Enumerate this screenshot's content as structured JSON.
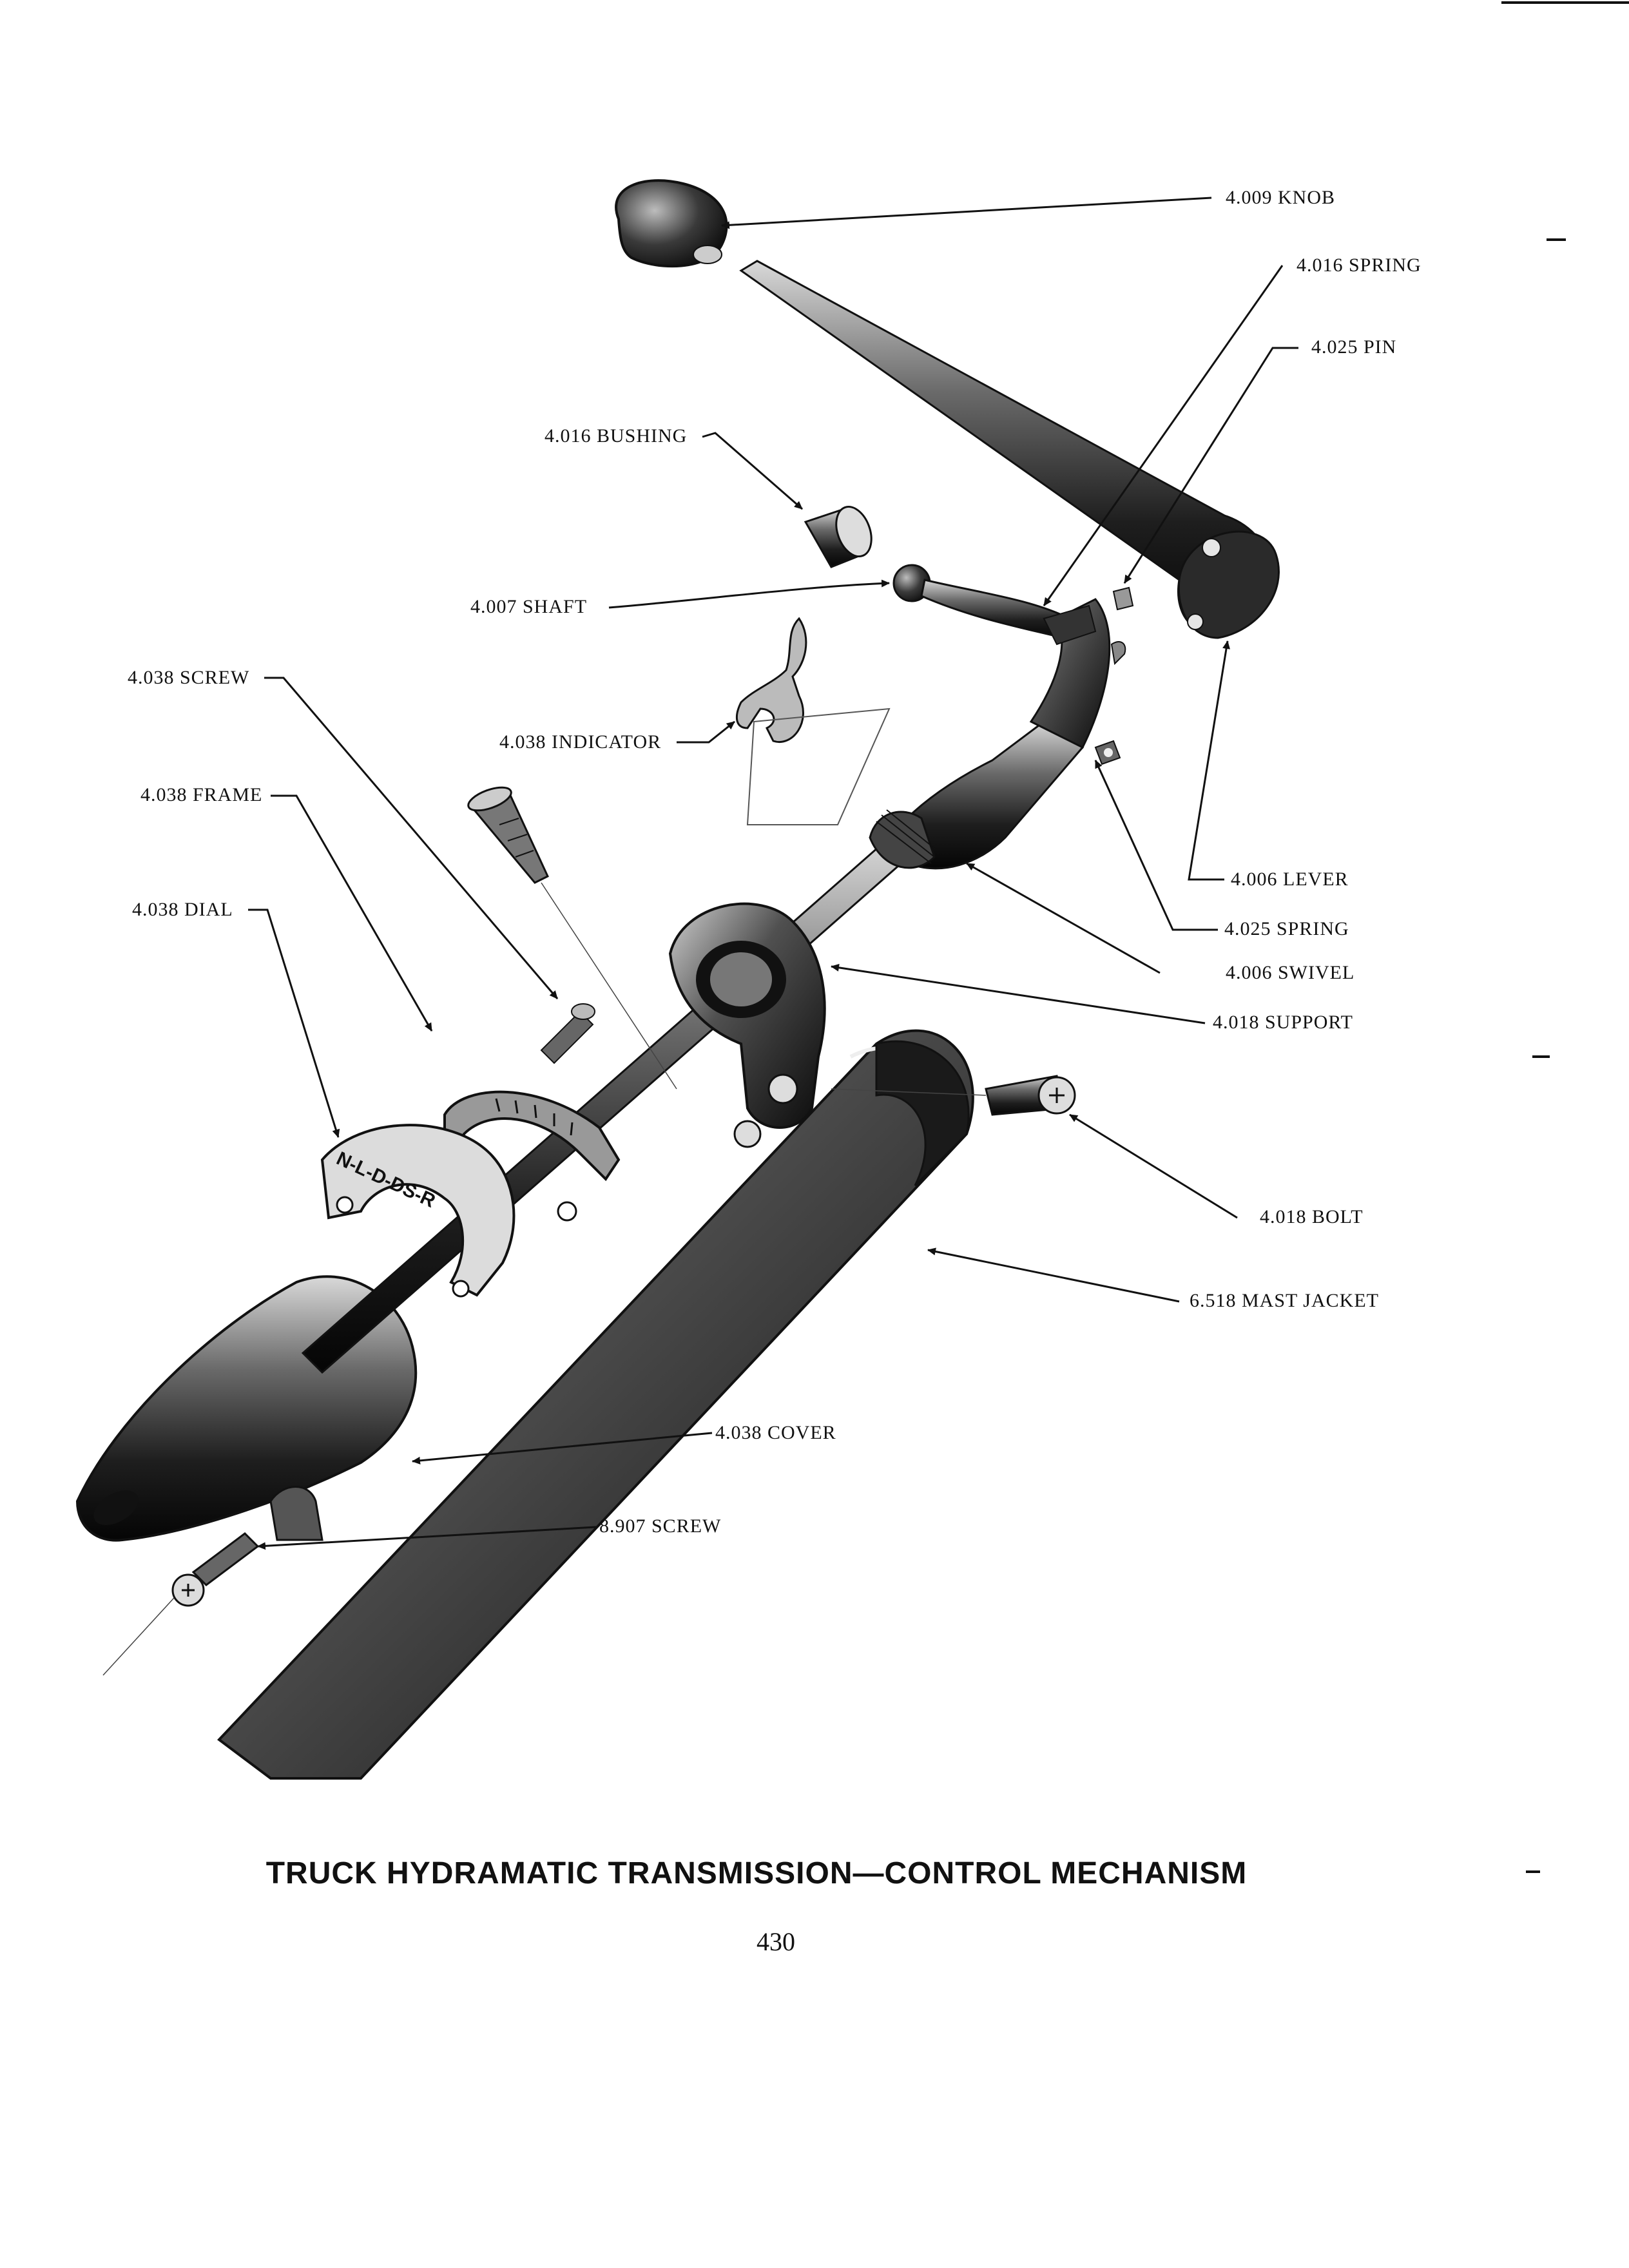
{
  "title": "TRUCK HYDRAMATIC TRANSMISSION—CONTROL MECHANISM",
  "page_number": "430",
  "dial_markings": "N-L-D-DS-R",
  "labels": [
    {
      "id": "knob",
      "text": "4.009 KNOB"
    },
    {
      "id": "spring-016",
      "text": "4.016 SPRING"
    },
    {
      "id": "pin",
      "text": "4.025 PIN"
    },
    {
      "id": "bushing",
      "text": "4.016 BUSHING"
    },
    {
      "id": "shaft",
      "text": "4.007 SHAFT"
    },
    {
      "id": "screw-038",
      "text": "4.038 SCREW"
    },
    {
      "id": "indicator",
      "text": "4.038 INDICATOR"
    },
    {
      "id": "frame",
      "text": "4.038 FRAME"
    },
    {
      "id": "dial",
      "text": "4.038 DIAL"
    },
    {
      "id": "lever",
      "text": "4.006 LEVER"
    },
    {
      "id": "spring-025",
      "text": "4.025 SPRING"
    },
    {
      "id": "swivel",
      "text": "4.006 SWIVEL"
    },
    {
      "id": "support",
      "text": "4.018 SUPPORT"
    },
    {
      "id": "bolt",
      "text": "4.018 BOLT"
    },
    {
      "id": "mast-jacket",
      "text": "6.518 MAST JACKET"
    },
    {
      "id": "cover",
      "text": "4.038 COVER"
    },
    {
      "id": "screw-907",
      "text": "8.907 SCREW"
    }
  ]
}
